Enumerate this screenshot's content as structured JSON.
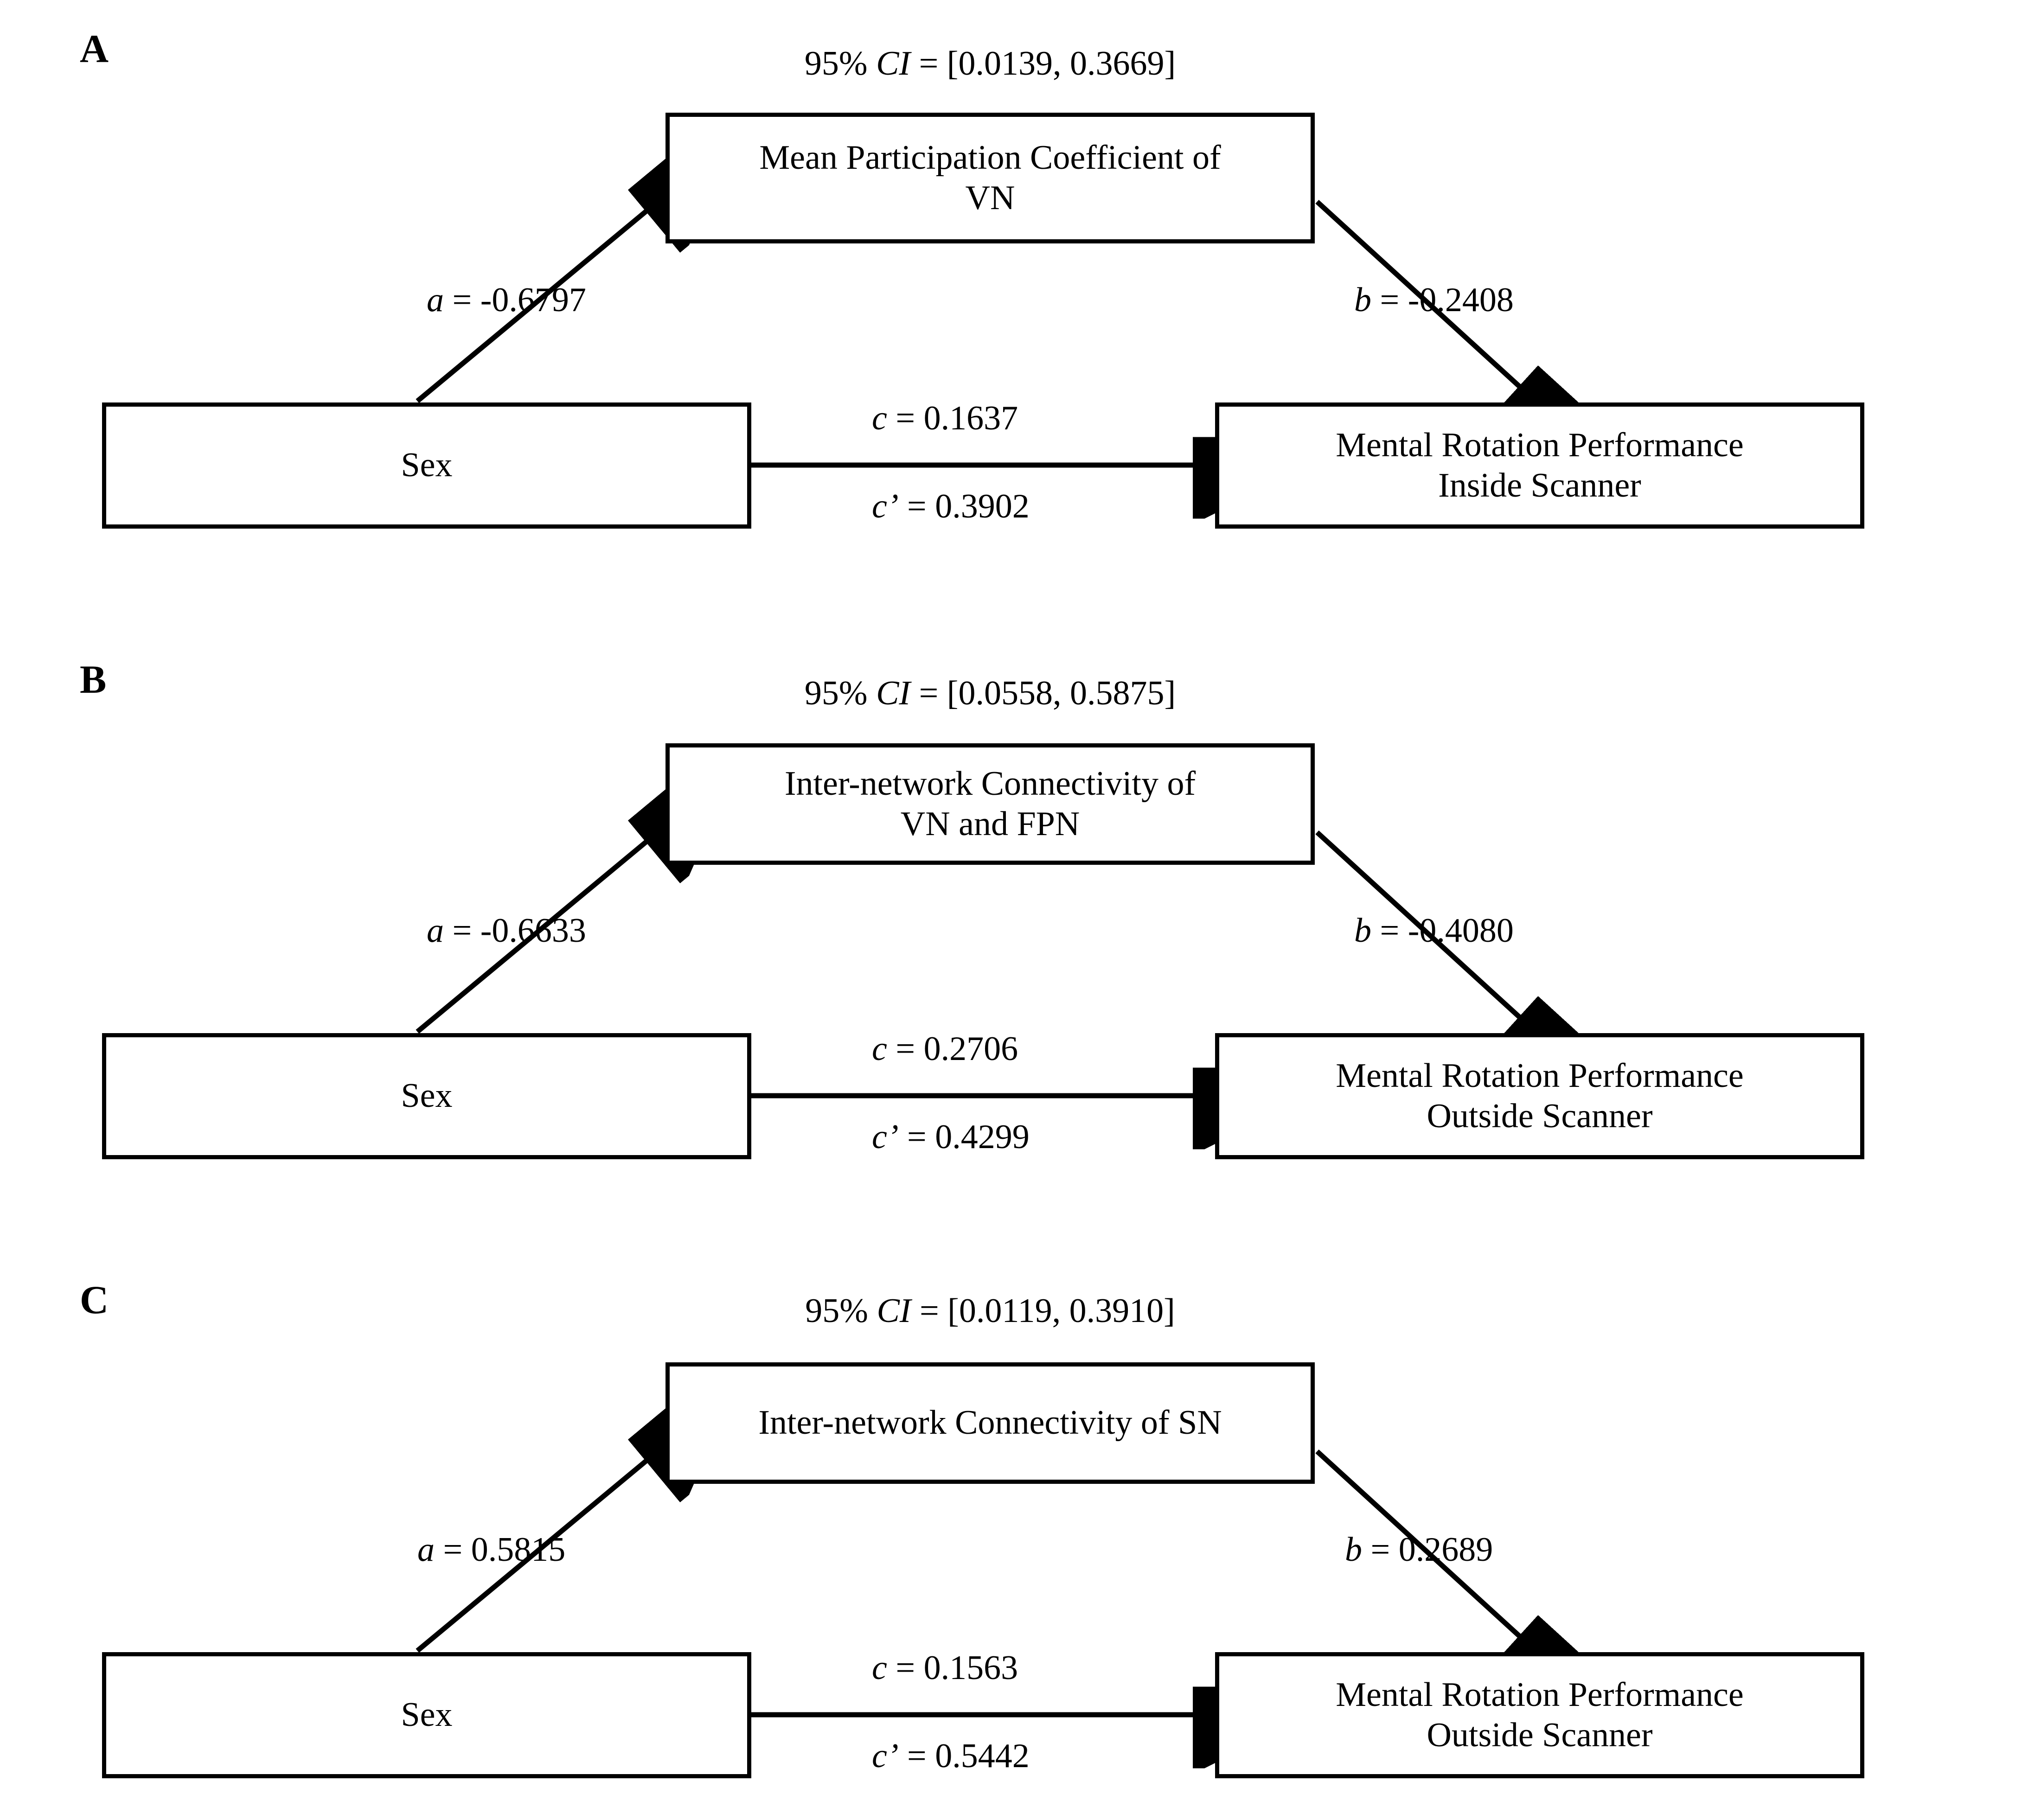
{
  "figure": {
    "type": "mediation-diagram",
    "background": "#ffffff",
    "line_color": "#000000"
  },
  "panels": [
    {
      "letter": "A",
      "ci_prefix": "95% ",
      "ci_italic": "CI",
      "ci_value": " = [0.0139, 0.3669]",
      "ci_full": "95% CI = [0.0139, 0.3669]",
      "mediator_line1": "Mean Participation Coefficient of",
      "mediator_line2": "VN",
      "predictor": "Sex",
      "outcome_line1": "Mental Rotation Performance",
      "outcome_line2": "Inside Scanner",
      "a_italic": "a",
      "a_value": " = -0.6797",
      "b_italic": "b",
      "b_value": " = -0.2408",
      "c_italic": "c",
      "c_value": "  = 0.1637",
      "cprime_italic": "c’",
      "cprime_value": "  = 0.3902"
    },
    {
      "letter": "B",
      "ci_prefix": "95% ",
      "ci_italic": "CI",
      "ci_value": " = [0.0558, 0.5875]",
      "ci_full": "95% CI = [0.0558, 0.5875]",
      "mediator_line1": "Inter-network Connectivity of",
      "mediator_line2": "VN and FPN",
      "predictor": "Sex",
      "outcome_line1": "Mental Rotation Performance",
      "outcome_line2": "Outside Scanner",
      "a_italic": "a",
      "a_value": " = -0.6633",
      "b_italic": "b",
      "b_value": " = -0.4080",
      "c_italic": "c",
      "c_value": "  = 0.2706",
      "cprime_italic": "c’",
      "cprime_value": "  = 0.4299"
    },
    {
      "letter": "C",
      "ci_prefix": "95% ",
      "ci_italic": "CI",
      "ci_value": " = [0.0119, 0.3910]",
      "ci_full": "95% CI = [0.0119, 0.3910]",
      "mediator_line1": "Inter-network Connectivity of SN",
      "mediator_line2": "",
      "predictor": "Sex",
      "outcome_line1": "Mental Rotation Performance",
      "outcome_line2": "Outside Scanner",
      "a_italic": "a",
      "a_value": " = 0.5815",
      "b_italic": "b",
      "b_value": " = 0.2689",
      "c_italic": "c",
      "c_value": "  = 0.1563",
      "cprime_italic": "c’",
      "cprime_value": "  = 0.5442"
    }
  ]
}
